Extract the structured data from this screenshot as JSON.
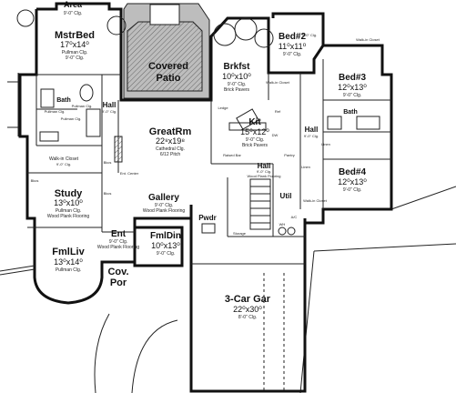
{
  "plan": {
    "rooms": {
      "area": {
        "name": "Area",
        "ceiling": "9'-0\" Clg."
      },
      "mstr_bed": {
        "name": "MstrBed",
        "size": "17⁰x14⁰",
        "ceiling": "Pullman Clg.",
        "height": "9'-0\" Clg."
      },
      "covered_patio": {
        "name": "Covered",
        "name2": "Patio"
      },
      "brkfst": {
        "name": "Brkfst",
        "size": "10⁰x10⁰",
        "ceiling": "9'-0\" Clg.",
        "floor": "Brick Pavers"
      },
      "bed2": {
        "name": "Bed#2",
        "size": "11⁰x11⁰",
        "ceiling": "9'-0\" Clg."
      },
      "bed3": {
        "name": "Bed#3",
        "size": "12⁰x13⁰",
        "ceiling": "9'-0\" Clg."
      },
      "bed4": {
        "name": "Bed#4",
        "size": "12⁰x13⁰",
        "ceiling": "9'-0\" Clg."
      },
      "great_rm": {
        "name": "GreatRm",
        "size": "22⁸x19⁸",
        "ceiling": "Cathedral Clg.",
        "pitch": "6/12 Pitch"
      },
      "kit": {
        "name": "Kit",
        "size": "15⁰x12⁰",
        "ceiling": "9'-0\" Clg.",
        "floor": "Brick Pavers"
      },
      "study": {
        "name": "Study",
        "size": "13⁰x10⁰",
        "ceiling": "Pullman Clg.",
        "floor": "Wood Plank Flooring"
      },
      "gallery": {
        "name": "Gallery",
        "ceiling": "9'-0\" Clg.",
        "floor": "Wood Plank Flooring"
      },
      "fml_liv": {
        "name": "FmlLiv",
        "size": "13⁰x14⁰",
        "ceiling": "Pullman Clg."
      },
      "ent": {
        "name": "Ent",
        "ceiling": "9'-0\" Clg.",
        "floor": "Wood Plank Flooring"
      },
      "fml_din": {
        "name": "FmlDin",
        "size": "10⁰x13⁰",
        "ceiling": "9'-0\" Clg."
      },
      "cov_por": {
        "name": "Cov.",
        "name2": "Por"
      },
      "garage": {
        "name": "3-Car Gar",
        "size": "22⁰x30⁰",
        "ceiling": "8'-0\" Clg."
      },
      "hall_top": {
        "name": "Hall",
        "ceiling": "9'-0\" Clg."
      },
      "hall_mid": {
        "name": "Hall",
        "ceiling": "9'-0\" Clg."
      },
      "hall_kit": {
        "name": "Hall",
        "ceiling": "9'-0\" Clg.",
        "floor": "Wood Plank Flooring"
      },
      "util": {
        "name": "Util"
      },
      "pwdr": {
        "name": "Pwdr"
      },
      "bath_left": {
        "name": "Bath"
      },
      "bath_right": {
        "name": "Bath"
      }
    },
    "notes": {
      "walkin_closet_mstr": "Walk-in Closet",
      "walkin_closet_bed2": "Walk-in Closet",
      "walkin_closet_bed4": "Walk-in Closet",
      "walkin_top": "Walk-in Closet",
      "linen": "Linen",
      "linen2": "Linen",
      "pantry": "Pantry",
      "ent_center": "Ent. Center",
      "storage": "Storage",
      "ldge": "Ledge",
      "raised_bar": "Raised Bar",
      "ref": "Ref",
      "dw": "DW",
      "wh": "WH",
      "ac": "A/C",
      "bkcs1": "Bkcs",
      "bkcs2": "Bkcs",
      "bksh": "Bkcs",
      "pullman1": "Pullman Clg.",
      "pullman2": "Pullman Clg.",
      "pullman_bath": "Pullman Clg.",
      "clg_walkin": "9'-0\" Clg.",
      "clg_bed2_closet": "9'-0\" Clg."
    }
  }
}
